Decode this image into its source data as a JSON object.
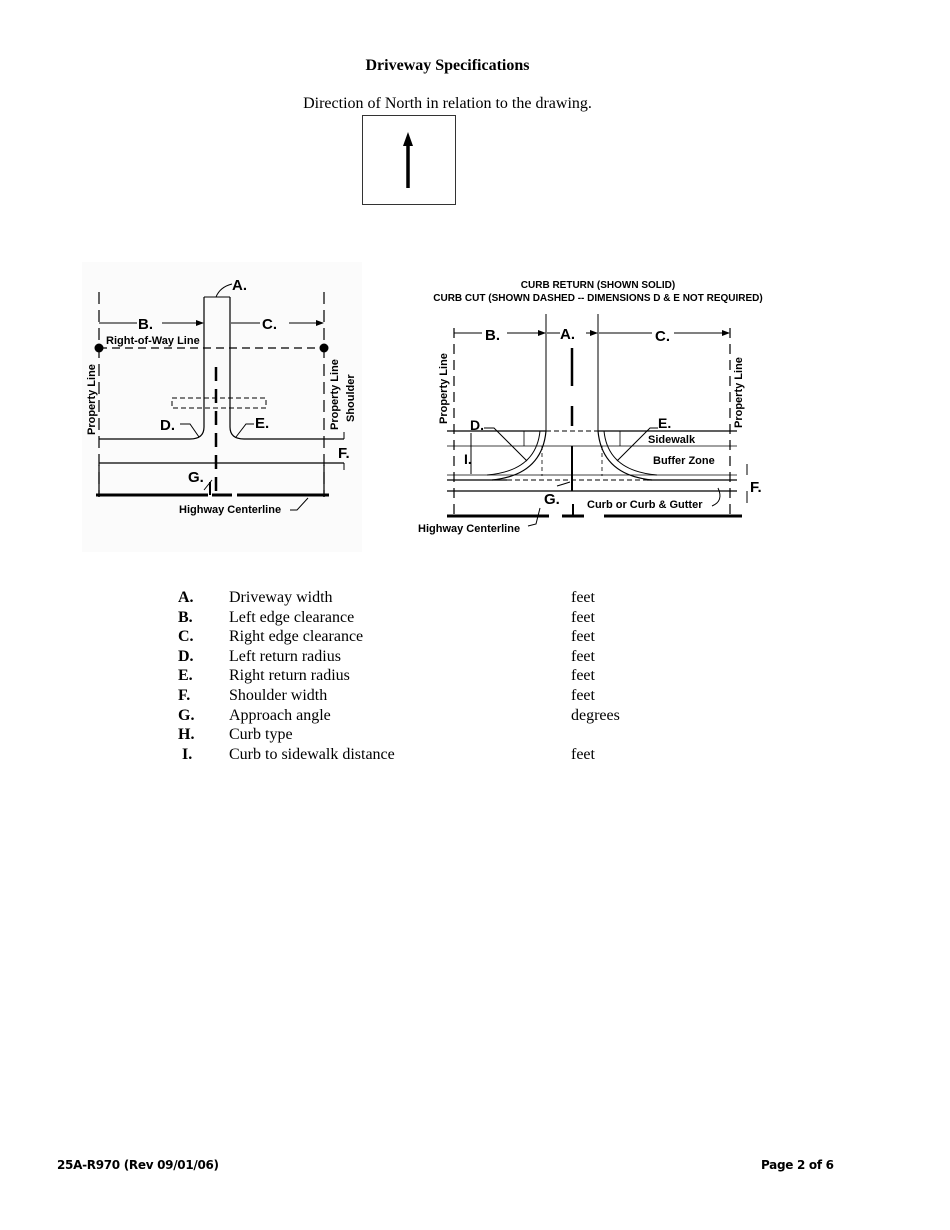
{
  "document": {
    "title": "Driveway Specifications",
    "north_instruction": "Direction of North in relation to the drawing.",
    "north_arrow": {
      "icon": "north-arrow-icon",
      "direction": "up"
    }
  },
  "diagrams": {
    "left": {
      "labels": {
        "A": "A.",
        "B": "B.",
        "C": "C.",
        "D": "D.",
        "E": "E.",
        "F": "F.",
        "G": "G.",
        "right_of_way": "Right-of-Way Line",
        "property_line_left": "Property Line",
        "property_line_right": "Property Line",
        "shoulder": "Shoulder",
        "highway_centerline": "Highway Centerline"
      }
    },
    "right": {
      "caption_line1": "CURB RETURN (SHOWN SOLID)",
      "caption_line2": "CURB CUT (SHOWN DASHED -- DIMENSIONS D & E NOT REQUIRED)",
      "labels": {
        "A": "A.",
        "B": "B.",
        "C": "C.",
        "D": "D.",
        "E": "E.",
        "F": "F.",
        "G": "G.",
        "I": "I.",
        "property_line_left": "Property Line",
        "property_line_right": "Property Line",
        "sidewalk": "Sidewalk",
        "buffer_zone": "Buffer Zone",
        "curb": "Curb or Curb & Gutter",
        "highway_centerline": "Highway Centerline"
      }
    }
  },
  "specifications": [
    {
      "letter": "A.",
      "description": "Driveway width",
      "value": "",
      "unit": "feet"
    },
    {
      "letter": "B.",
      "description": "Left edge clearance",
      "value": "",
      "unit": "feet"
    },
    {
      "letter": "C.",
      "description": "Right edge clearance",
      "value": "",
      "unit": "feet"
    },
    {
      "letter": "D.",
      "description": "Left return radius",
      "value": "",
      "unit": "feet"
    },
    {
      "letter": "E.",
      "description": "Right return radius",
      "value": "",
      "unit": "feet"
    },
    {
      "letter": "F.",
      "description": "Shoulder width",
      "value": "",
      "unit": "feet"
    },
    {
      "letter": "G.",
      "description": "Approach angle",
      "value": "",
      "unit": "degrees"
    },
    {
      "letter": "H.",
      "description": "Curb type",
      "value": "",
      "unit": ""
    },
    {
      "letter": "I.",
      "description": "Curb to sidewalk distance",
      "value": "",
      "unit": "feet"
    }
  ],
  "footer": {
    "form_id": "25A-R970  (Rev 09/01/06)",
    "page": "Page 2 of 6"
  }
}
